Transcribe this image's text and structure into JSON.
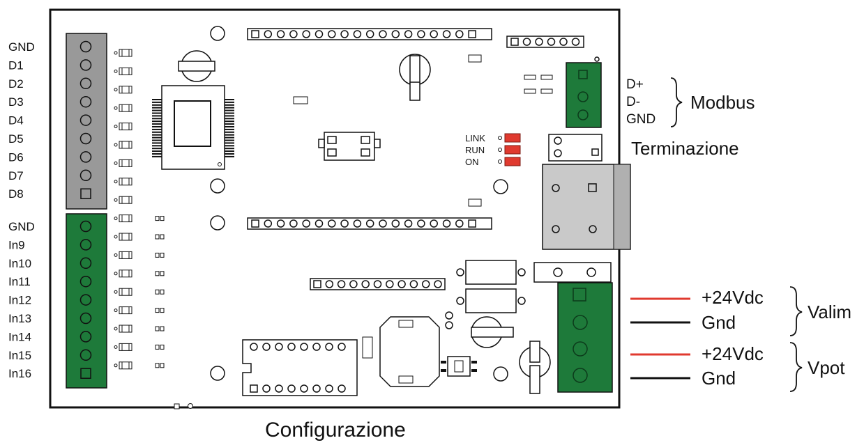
{
  "left_connector_top": {
    "pins": [
      "GND",
      "D1",
      "D2",
      "D3",
      "D4",
      "D5",
      "D6",
      "D7",
      "D8"
    ],
    "color": "#999999"
  },
  "left_connector_bottom": {
    "pins": [
      "GND",
      "In9",
      "In10",
      "In11",
      "In12",
      "In13",
      "In14",
      "In15",
      "In16"
    ],
    "color": "#1e7a3a"
  },
  "modbus": {
    "pins": [
      "D+",
      "D-",
      "GND"
    ],
    "label": "Modbus",
    "color": "#1e7a3a"
  },
  "termination": {
    "label": "Terminazione"
  },
  "leds": {
    "labels": [
      "LINK",
      "RUN",
      "ON"
    ],
    "color": "#e03a2f"
  },
  "power": {
    "color": "#1e7a3a",
    "groups": [
      {
        "label": "Valim",
        "wires": [
          {
            "label": "+24Vdc",
            "color": "#e03a2f"
          },
          {
            "label": "Gnd",
            "color": "#111111"
          }
        ]
      },
      {
        "label": "Vpot",
        "wires": [
          {
            "label": "+24Vdc",
            "color": "#e03a2f"
          },
          {
            "label": "Gnd",
            "color": "#111111"
          }
        ]
      }
    ]
  },
  "caption": "Configurazione"
}
